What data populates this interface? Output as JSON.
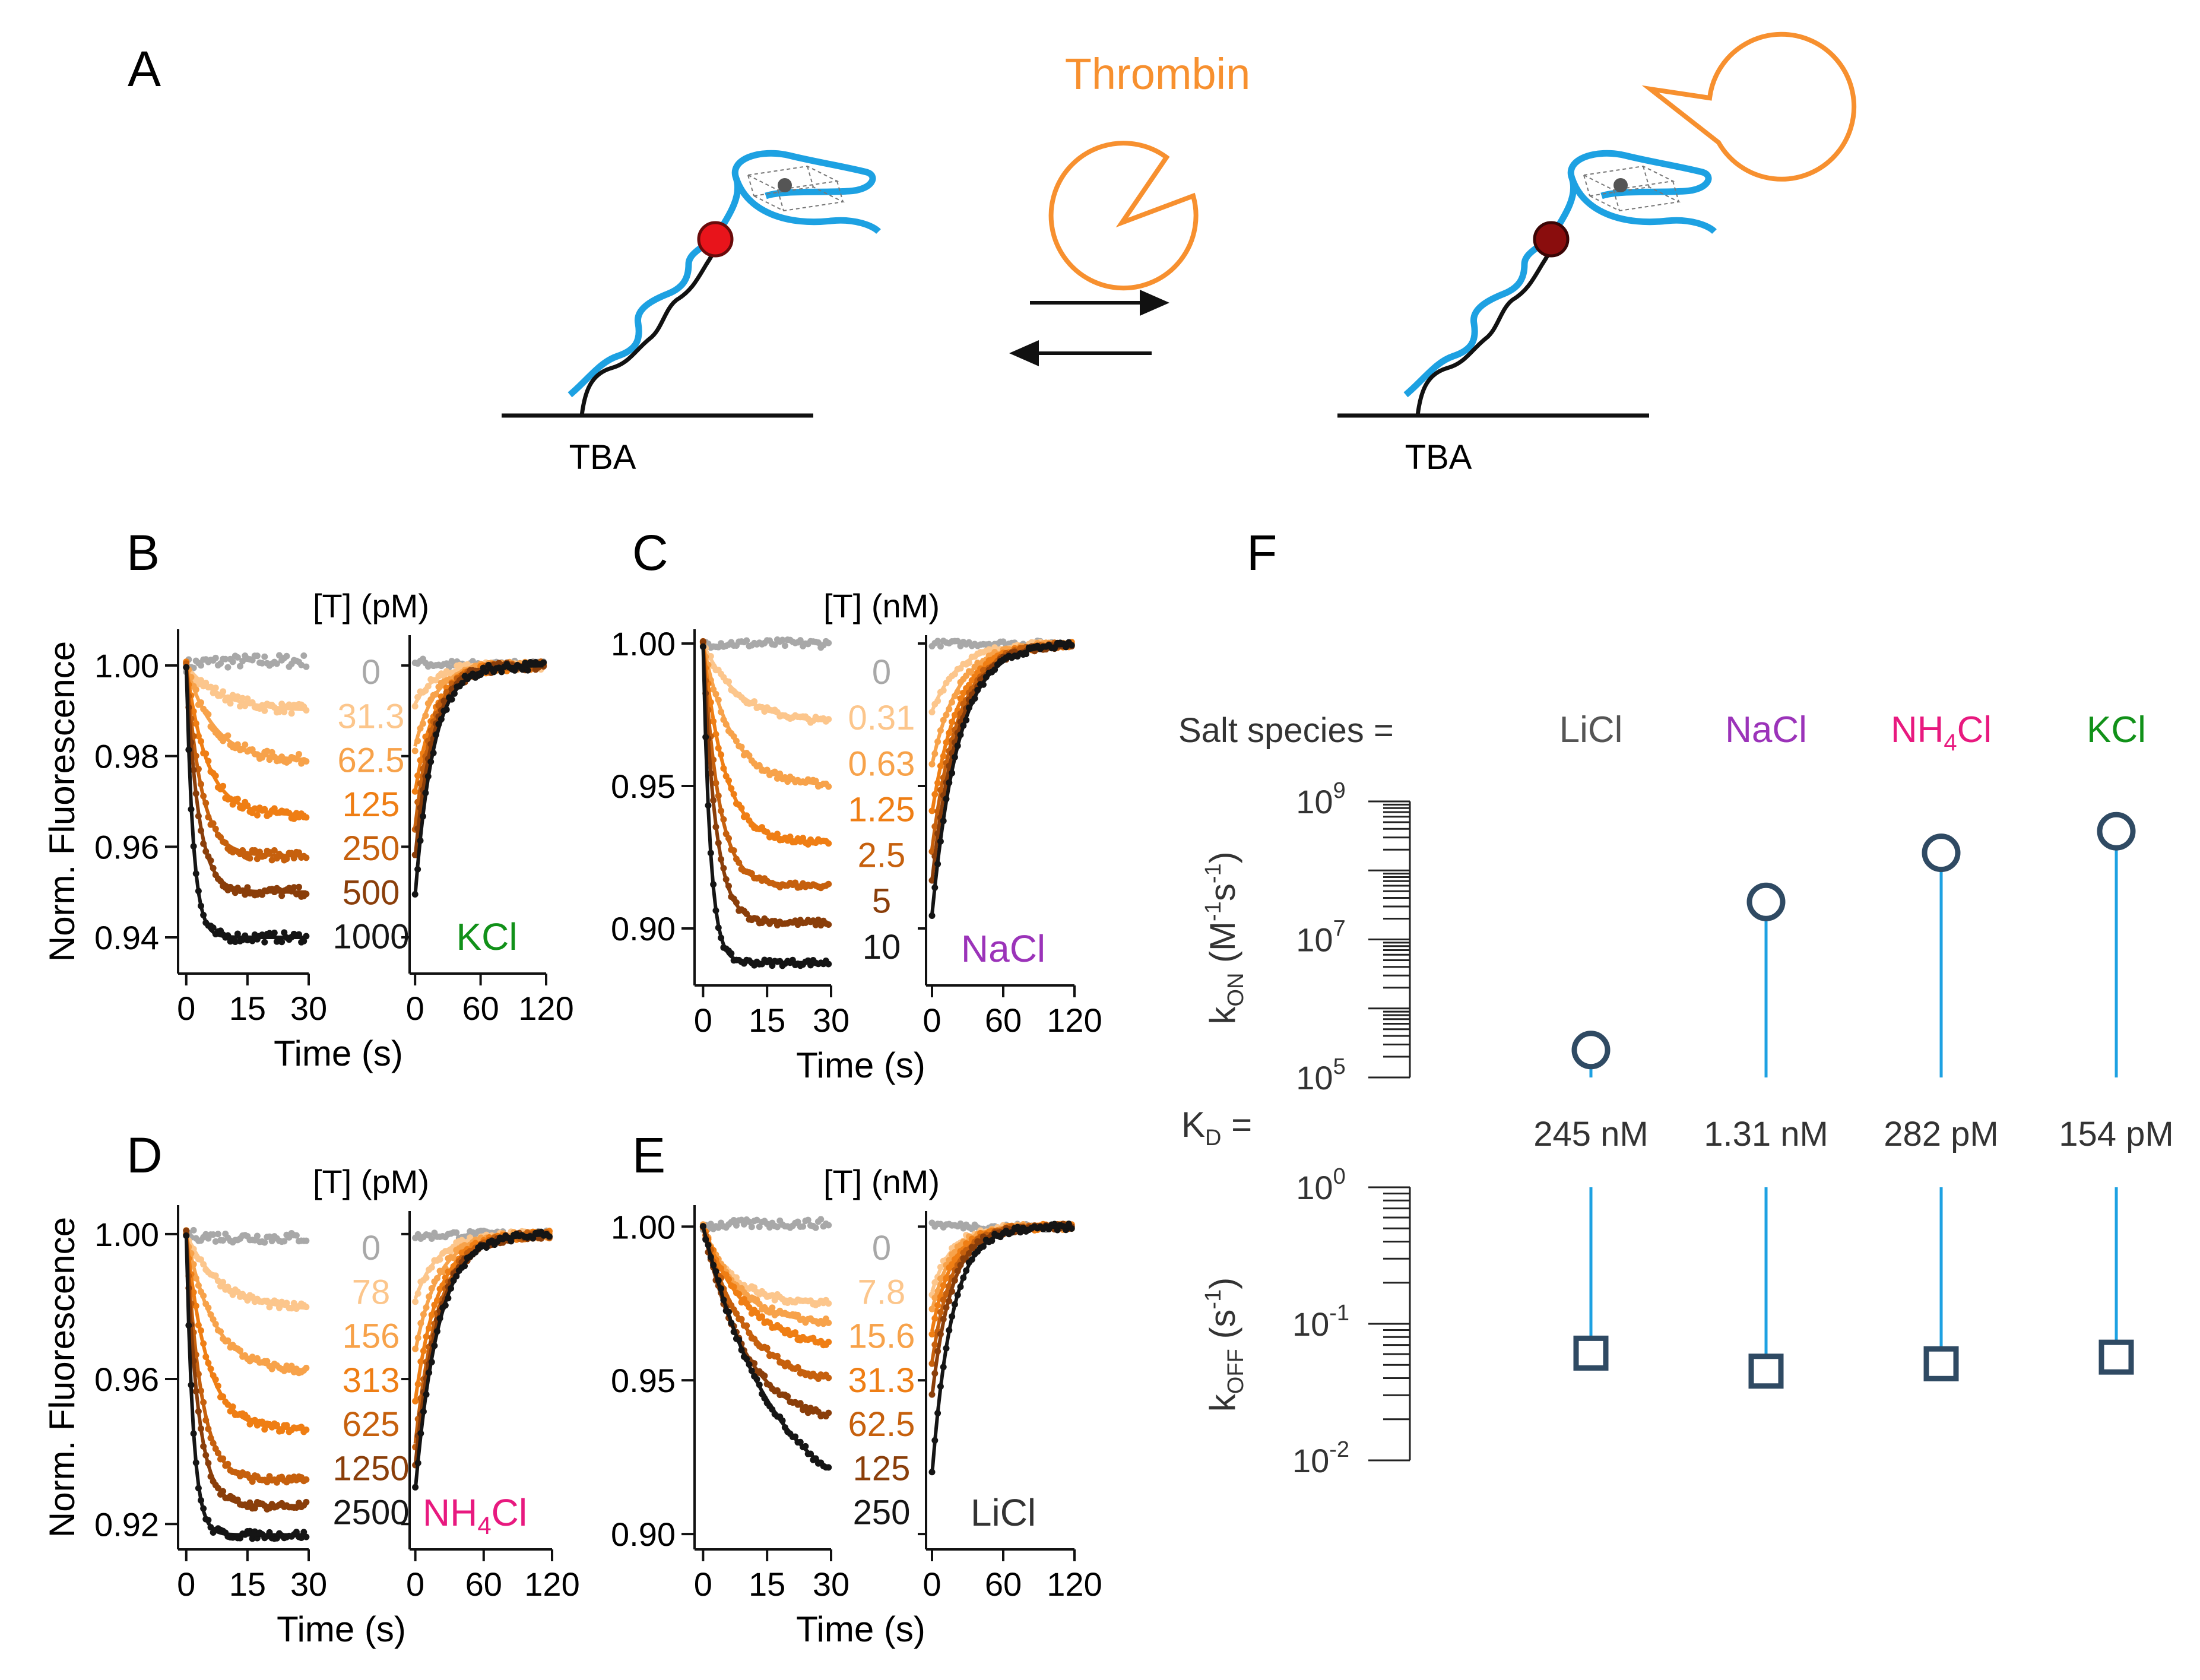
{
  "panel_letters": {
    "A": "A",
    "B": "B",
    "C": "C",
    "D": "D",
    "E": "E",
    "F": "F"
  },
  "schematic": {
    "thrombin_label": "Thrombin",
    "tba_label_left": "TBA",
    "tba_label_right": "TBA",
    "colors": {
      "dna": "#1da1e2",
      "strand": "#111111",
      "thrombin": "#f7902f",
      "fluor_free": "#e8141b",
      "fluor_bound": "#8a0d0d"
    }
  },
  "chart_data": [
    {
      "id": "B",
      "type": "scatter",
      "ylabel": "Norm. Fluorescence",
      "xlabel": "Time (s)",
      "ylim": [
        0.932,
        1.008
      ],
      "yticks": [
        "1.00",
        "0.98",
        "0.96",
        "0.94"
      ],
      "ytick_values": [
        1.0,
        0.98,
        0.96,
        0.94
      ],
      "assoc_xlim": [
        -2,
        30
      ],
      "assoc_xticks": [
        "0",
        "15",
        "30"
      ],
      "assoc_xtick_values": [
        0,
        15,
        30
      ],
      "dissoc_xlim": [
        -5,
        120
      ],
      "dissoc_xticks": [
        "0",
        "60",
        "120"
      ],
      "dissoc_xtick_values": [
        0,
        60,
        120
      ],
      "legend_title": "[T] (pM)",
      "salt": "KCl",
      "salt_color": "#119119",
      "series": [
        {
          "name": "0",
          "color": "#a8a8a8",
          "plateau": 1.001,
          "k_on": 0.2,
          "k_off": 0.05
        },
        {
          "name": "31.3",
          "color": "#fcc68c",
          "plateau": 0.99,
          "k_on": 0.12,
          "k_off": 0.055
        },
        {
          "name": "62.5",
          "color": "#f7a24a",
          "plateau": 0.979,
          "k_on": 0.15,
          "k_off": 0.055
        },
        {
          "name": "125",
          "color": "#ef7e14",
          "plateau": 0.967,
          "k_on": 0.2,
          "k_off": 0.055
        },
        {
          "name": "250",
          "color": "#c6600d",
          "plateau": 0.958,
          "k_on": 0.28,
          "k_off": 0.06
        },
        {
          "name": "500",
          "color": "#8a3e0a",
          "plateau": 0.95,
          "k_on": 0.35,
          "k_off": 0.06
        },
        {
          "name": "1000",
          "color": "#151515",
          "plateau": 0.94,
          "k_on": 0.6,
          "k_off": 0.06
        }
      ]
    },
    {
      "id": "C",
      "type": "scatter",
      "ylabel": "",
      "xlabel": "Time (s)",
      "ylim": [
        0.88,
        1.005
      ],
      "yticks": [
        "1.00",
        "0.95",
        "0.90"
      ],
      "ytick_values": [
        1.0,
        0.95,
        0.9
      ],
      "assoc_xlim": [
        -2,
        30
      ],
      "assoc_xticks": [
        "0",
        "15",
        "30"
      ],
      "assoc_xtick_values": [
        0,
        15,
        30
      ],
      "dissoc_xlim": [
        -5,
        120
      ],
      "dissoc_xticks": [
        "0",
        "60",
        "120"
      ],
      "dissoc_xtick_values": [
        0,
        60,
        120
      ],
      "legend_title": "[T] (nM)",
      "salt": "NaCl",
      "salt_color": "#9b33b9",
      "series": [
        {
          "name": "0",
          "color": "#a8a8a8",
          "plateau": 1.0,
          "k_on": 0.2,
          "k_off": 0.045
        },
        {
          "name": "0.31",
          "color": "#fcc68c",
          "plateau": 0.972,
          "k_on": 0.12,
          "k_off": 0.045
        },
        {
          "name": "0.63",
          "color": "#f7a24a",
          "plateau": 0.95,
          "k_on": 0.15,
          "k_off": 0.045
        },
        {
          "name": "1.25",
          "color": "#ef7e14",
          "plateau": 0.93,
          "k_on": 0.2,
          "k_off": 0.045
        },
        {
          "name": "2.5",
          "color": "#c6600d",
          "plateau": 0.915,
          "k_on": 0.28,
          "k_off": 0.045
        },
        {
          "name": "5",
          "color": "#8a3e0a",
          "plateau": 0.902,
          "k_on": 0.35,
          "k_off": 0.045
        },
        {
          "name": "10",
          "color": "#151515",
          "plateau": 0.888,
          "k_on": 0.6,
          "k_off": 0.045
        }
      ]
    },
    {
      "id": "D",
      "type": "scatter",
      "ylabel": "Norm. Fluorescence",
      "xlabel": "Time (s)",
      "ylim": [
        0.913,
        1.008
      ],
      "yticks": [
        "1.00",
        "0.96",
        "0.92"
      ],
      "ytick_values": [
        1.0,
        0.96,
        0.92
      ],
      "assoc_xlim": [
        -2,
        30
      ],
      "assoc_xticks": [
        "0",
        "15",
        "30"
      ],
      "assoc_xtick_values": [
        0,
        15,
        30
      ],
      "dissoc_xlim": [
        -5,
        120
      ],
      "dissoc_xticks": [
        "0",
        "60",
        "120"
      ],
      "dissoc_xtick_values": [
        0,
        60,
        120
      ],
      "legend_title": "[T] (pM)",
      "salt": "NH4Cl",
      "salt_main": "NH",
      "salt_sub": "4",
      "salt_tail": "Cl",
      "salt_color": "#e8197f",
      "series": [
        {
          "name": "0",
          "color": "#a8a8a8",
          "plateau": 0.999,
          "k_on": 0.2,
          "k_off": 0.05
        },
        {
          "name": "78",
          "color": "#fcc68c",
          "plateau": 0.979,
          "k_on": 0.12,
          "k_off": 0.05
        },
        {
          "name": "156",
          "color": "#f7a24a",
          "plateau": 0.962,
          "k_on": 0.15,
          "k_off": 0.05
        },
        {
          "name": "313",
          "color": "#ef7e14",
          "plateau": 0.946,
          "k_on": 0.2,
          "k_off": 0.05
        },
        {
          "name": "625",
          "color": "#c6600d",
          "plateau": 0.932,
          "k_on": 0.28,
          "k_off": 0.05
        },
        {
          "name": "1250",
          "color": "#8a3e0a",
          "plateau": 0.925,
          "k_on": 0.35,
          "k_off": 0.05
        },
        {
          "name": "2500",
          "color": "#151515",
          "plateau": 0.917,
          "k_on": 0.6,
          "k_off": 0.05
        }
      ]
    },
    {
      "id": "E",
      "type": "scatter",
      "ylabel": "",
      "xlabel": "Time (s)",
      "ylim": [
        0.895,
        1.007
      ],
      "yticks": [
        "1.00",
        "0.95",
        "0.90"
      ],
      "ytick_values": [
        1.0,
        0.95,
        0.9
      ],
      "assoc_xlim": [
        -2,
        30
      ],
      "assoc_xticks": [
        "0",
        "15",
        "30"
      ],
      "assoc_xtick_values": [
        0,
        15,
        30
      ],
      "dissoc_xlim": [
        -5,
        120
      ],
      "dissoc_xticks": [
        "0",
        "60",
        "120"
      ],
      "dissoc_xtick_values": [
        0,
        60,
        120
      ],
      "legend_title": "[T] (nM)",
      "salt": "LiCl",
      "salt_color": "#333333",
      "series": [
        {
          "name": "0",
          "color": "#a8a8a8",
          "plateau": 1.001,
          "k_on": 0.2,
          "k_off": 0.06
        },
        {
          "name": "7.8",
          "color": "#fcc68c",
          "plateau": 0.975,
          "k_on": 0.15,
          "k_off": 0.06
        },
        {
          "name": "15.6",
          "color": "#f7a24a",
          "plateau": 0.968,
          "k_on": 0.12,
          "k_off": 0.06
        },
        {
          "name": "31.3",
          "color": "#ef7e14",
          "plateau": 0.96,
          "k_on": 0.1,
          "k_off": 0.06
        },
        {
          "name": "62.5",
          "color": "#c6600d",
          "plateau": 0.948,
          "k_on": 0.1,
          "k_off": 0.06
        },
        {
          "name": "125",
          "color": "#8a3e0a",
          "plateau": 0.935,
          "k_on": 0.1,
          "k_off": 0.06
        },
        {
          "name": "250",
          "color": "#151515",
          "plateau": 0.905,
          "k_on": 0.06,
          "k_off": 0.06
        }
      ]
    },
    {
      "id": "F",
      "type": "scatter",
      "salt_species_label": "Salt species =",
      "kd_label_main": "K",
      "kd_label_sub": "D",
      "kd_label_tail": " =",
      "kon_axis": {
        "label": "k_ON (M^-1 s^-1)",
        "ylim_log10": [
          5,
          9
        ],
        "ytick_exponents": [
          "9",
          "7",
          "5"
        ],
        "ytick_values": [
          9,
          7,
          5
        ]
      },
      "koff_axis": {
        "label": "k_OFF (s^-1)",
        "ylim_log10": [
          -2,
          0
        ],
        "ytick_exponents": [
          "0",
          "-1",
          "-2"
        ],
        "ytick_values": [
          0,
          -1,
          -2
        ]
      },
      "categories": [
        {
          "name": "LiCl",
          "color": "#555555",
          "kon": 250000.0,
          "koff": 0.061,
          "kd": "245 nM"
        },
        {
          "name": "NaCl",
          "color": "#9b33b9",
          "kon": 35000000.0,
          "koff": 0.045,
          "kd": "1.31 nM"
        },
        {
          "name": "NH4Cl",
          "name_main": "NH",
          "name_sub": "4",
          "name_tail": "Cl",
          "color": "#e8197f",
          "kon": 180000000.0,
          "koff": 0.051,
          "kd": "282 pM"
        },
        {
          "name": "KCl",
          "color": "#119119",
          "kon": 370000000.0,
          "koff": 0.057,
          "kd": "154 pM"
        }
      ],
      "marker_color": "#2f4a63",
      "stem_color": "#1da1e2"
    }
  ]
}
